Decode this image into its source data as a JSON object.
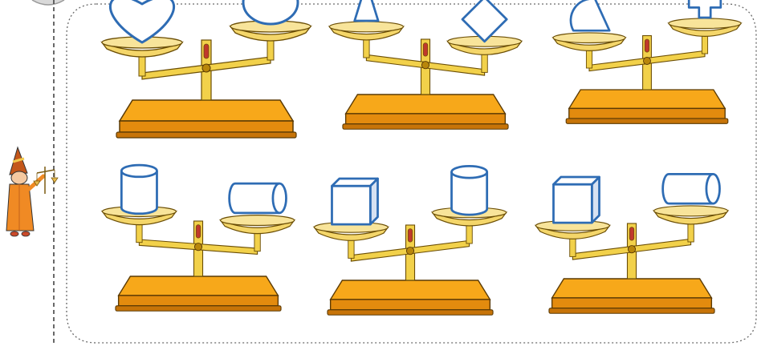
{
  "colors": {
    "base_top": "#F7A81A",
    "base_front": "#E38B0E",
    "beam": "#F2D14A",
    "pan": "#F4D66A",
    "shape_stroke": "#2E6CB4",
    "shape_fill": "#ffffff",
    "panel_border": "#6a6a6a",
    "divider": "#444444"
  },
  "panel": {
    "border_style": "dashed",
    "corner": "rounded"
  },
  "figure": {
    "icon": "wizard-with-scale-icon"
  },
  "scales": [
    {
      "id": "top-1",
      "tilt": "left-down",
      "left_shape": "heart",
      "right_shape": "circle"
    },
    {
      "id": "top-2",
      "tilt": "right-down",
      "left_shape": "triangle",
      "right_shape": "diamond"
    },
    {
      "id": "top-3",
      "tilt": "left-down",
      "left_shape": "semicircle",
      "right_shape": "cross"
    },
    {
      "id": "bottom-1",
      "tilt": "left-up",
      "left_shape": "cylinder-upright",
      "right_shape": "cylinder-lying"
    },
    {
      "id": "bottom-2",
      "tilt": "left-down",
      "left_shape": "cube",
      "right_shape": "cylinder-upright"
    },
    {
      "id": "bottom-3",
      "tilt": "left-down",
      "left_shape": "cube",
      "right_shape": "cylinder-lying"
    }
  ]
}
